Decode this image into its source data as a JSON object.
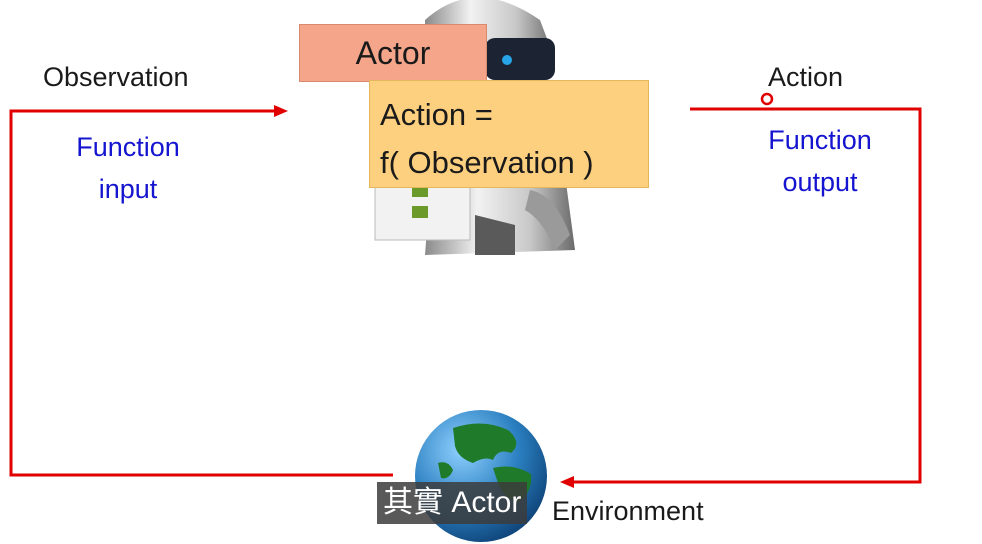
{
  "actor": {
    "title": "Actor",
    "formula_line1": "Action =",
    "formula_line2": "f( Observation )"
  },
  "observation": {
    "label": "Observation",
    "function_label_line1": "Function",
    "function_label_line2": "input"
  },
  "action": {
    "label": "Action",
    "function_label_line1": "Function",
    "function_label_line2": "output"
  },
  "environment": {
    "label": "Environment"
  },
  "subtitle": {
    "text": "其實 Actor"
  },
  "colors": {
    "arrow": "#e00000",
    "function_text": "#1515d0",
    "actor_box": "#f4a58a",
    "formula_box": "#fdd07f"
  }
}
